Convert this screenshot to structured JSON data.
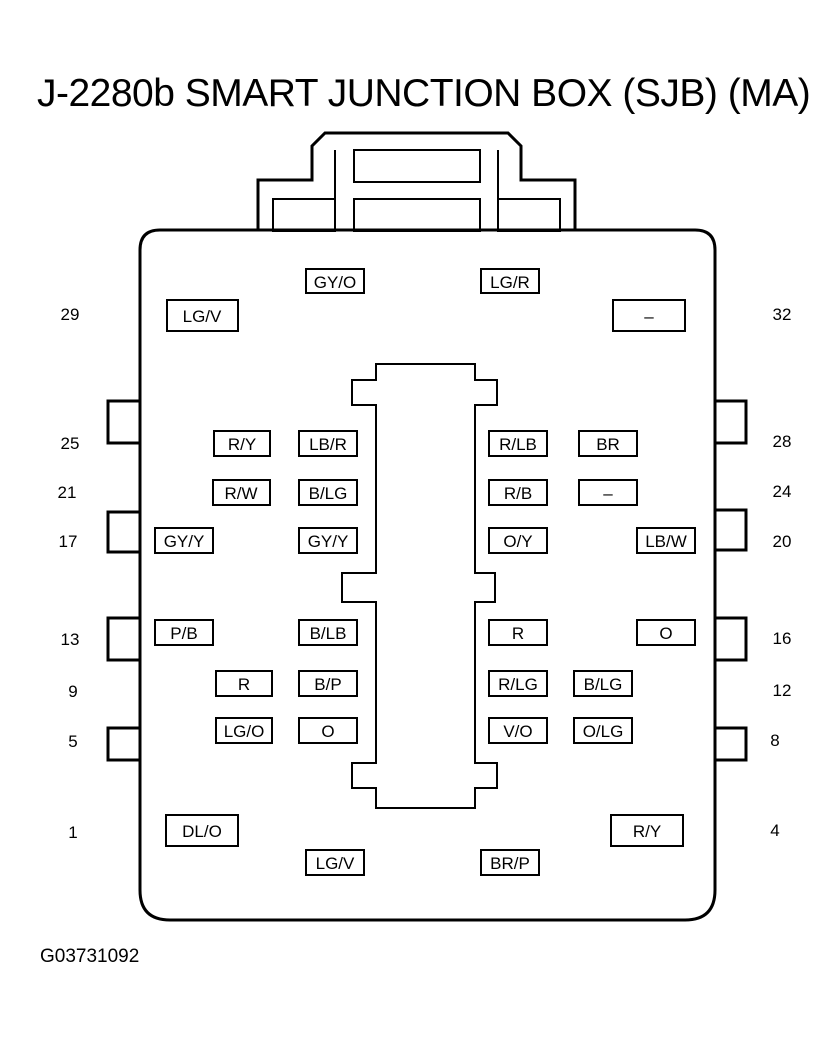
{
  "title": "J-2280b SMART JUNCTION BOX (SJB) (MA)",
  "figure_id": "G03731092",
  "pin_numbers": {
    "p29": "29",
    "p32": "32",
    "p25": "25",
    "p28": "28",
    "p21": "21",
    "p24": "24",
    "p17": "17",
    "p20": "20",
    "p13": "13",
    "p16": "16",
    "p9": "9",
    "p12": "12",
    "p5": "5",
    "p8": "8",
    "p1": "1",
    "p4": "4"
  },
  "wires": {
    "top_inner_left": "GY/O",
    "top_inner_right": "LG/R",
    "pin29": "LG/V",
    "pin32": "–",
    "row25_a": "R/Y",
    "row25_b": "LB/R",
    "row25_c": "R/LB",
    "row25_d": "BR",
    "row21_a": "R/W",
    "row21_b": "B/LG",
    "row21_c": "R/B",
    "row21_d": "–",
    "pin17": "GY/Y",
    "row17_b": "GY/Y",
    "row17_c": "O/Y",
    "pin20": "LB/W",
    "pin13": "P/B",
    "row13_b": "B/LB",
    "row13_c": "R",
    "pin16": "O",
    "row9_a": "R",
    "row9_b": "B/P",
    "row9_c": "R/LG",
    "row9_d": "B/LG",
    "row5_a": "LG/O",
    "row5_b": "O",
    "row5_c": "V/O",
    "row5_d": "O/LG",
    "pin1": "DL/O",
    "pin4": "R/Y",
    "bottom_inner_left": "LG/V",
    "bottom_inner_right": "BR/P"
  }
}
